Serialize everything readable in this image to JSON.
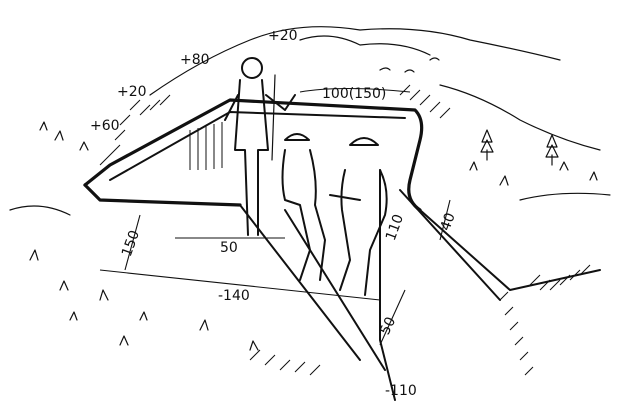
{
  "labels": {
    "plus_20_top": "+20",
    "plus_80": "+80",
    "plus_20_left": "+20",
    "plus_60": "+60",
    "width_100_150": "100(150)",
    "depth_40": "40",
    "height_110": "110",
    "dim_150": "150",
    "dim_50_left": "50",
    "minus_140": "-140",
    "dim_50_right": "50",
    "minus_110": "-110"
  },
  "figures": [
    "standing-soldier",
    "seated-soldier-left",
    "seated-soldier-right"
  ],
  "colors": {
    "ink": "#111111",
    "paper": "#ffffff"
  }
}
